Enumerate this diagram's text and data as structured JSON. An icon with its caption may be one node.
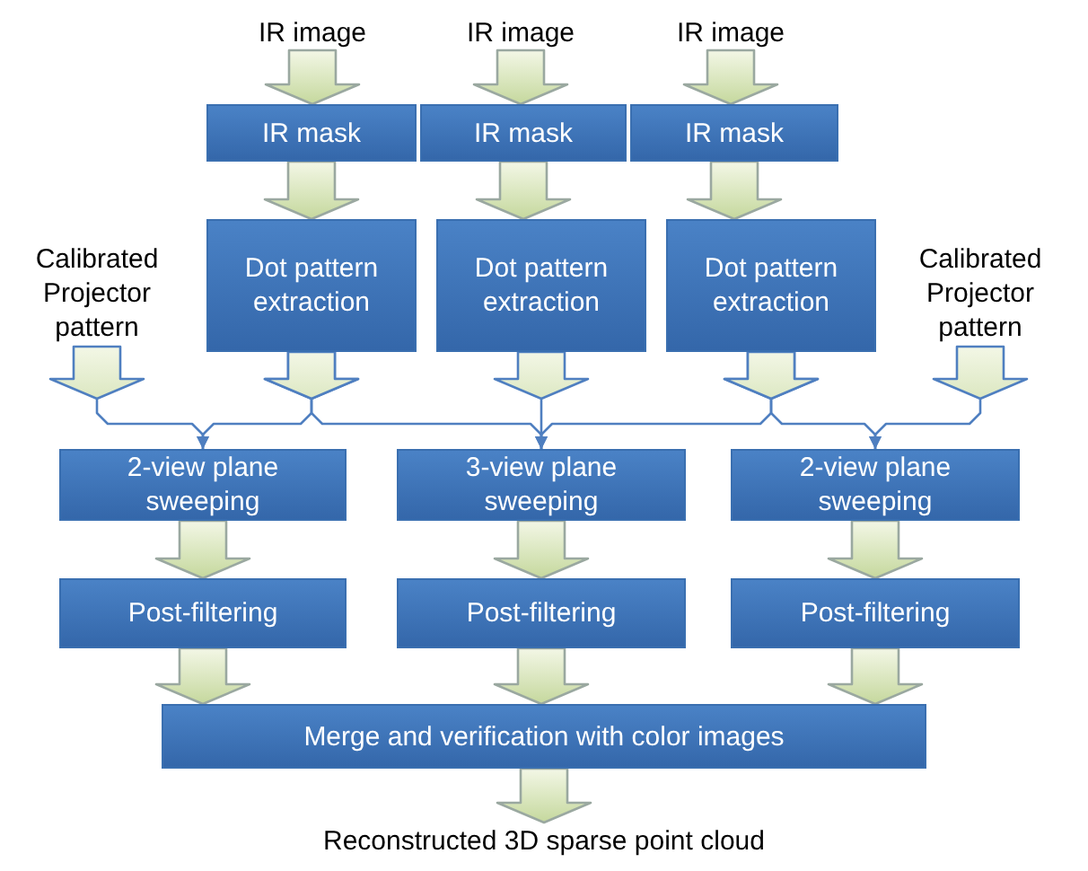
{
  "diagram": {
    "nodes": [
      {
        "text": [
          "IR image"
        ]
      },
      {
        "text": [
          "IR image"
        ]
      },
      {
        "text": [
          "IR image"
        ]
      },
      {
        "text": [
          "IR mask"
        ]
      },
      {
        "text": [
          "IR mask"
        ]
      },
      {
        "text": [
          "IR mask"
        ]
      },
      {
        "text": [
          "Calibrated Projector pattern"
        ]
      },
      {
        "text": [
          "Dot pattern extraction"
        ]
      },
      {
        "text": [
          "Dot pattern extraction"
        ]
      },
      {
        "text": [
          "Dot pattern extraction"
        ]
      },
      {
        "text": [
          "Calibrated Projector pattern"
        ]
      },
      {
        "text": [
          "2-view plane sweeping"
        ]
      },
      {
        "text": [
          "3-view plane sweeping"
        ]
      },
      {
        "text": [
          "2-view plane sweeping"
        ]
      },
      {
        "text": [
          "Post-filtering"
        ]
      },
      {
        "text": [
          "Post-filtering"
        ]
      },
      {
        "text": [
          "Post-filtering"
        ]
      },
      {
        "text": [
          "Merge and verification with color images"
        ]
      },
      {
        "text": [
          "Reconstructed 3D sparse point cloud"
        ]
      }
    ],
    "edges": [
      {
        "from": 0,
        "to": 3,
        "arrow": "to"
      },
      {
        "from": 1,
        "to": 4,
        "arrow": "to"
      },
      {
        "from": 2,
        "to": 5,
        "arrow": "to"
      },
      {
        "from": 3,
        "to": 7,
        "arrow": "to"
      },
      {
        "from": 4,
        "to": 8,
        "arrow": "to"
      },
      {
        "from": 5,
        "to": 9,
        "arrow": "to"
      },
      {
        "from": 6,
        "to": 11,
        "arrow": "to"
      },
      {
        "from": 7,
        "to": 11,
        "arrow": "to"
      },
      {
        "from": 7,
        "to": 12,
        "arrow": "to"
      },
      {
        "from": 8,
        "to": 12,
        "arrow": "to"
      },
      {
        "from": 9,
        "to": 12,
        "arrow": "to"
      },
      {
        "from": 9,
        "to": 13,
        "arrow": "to"
      },
      {
        "from": 10,
        "to": 13,
        "arrow": "to"
      },
      {
        "from": 11,
        "to": 14,
        "arrow": "to"
      },
      {
        "from": 12,
        "to": 15,
        "arrow": "to"
      },
      {
        "from": 13,
        "to": 16,
        "arrow": "to"
      },
      {
        "from": 14,
        "to": 17,
        "arrow": "to"
      },
      {
        "from": 15,
        "to": 17,
        "arrow": "to"
      },
      {
        "from": 16,
        "to": 17,
        "arrow": "to"
      },
      {
        "from": 17,
        "to": 18,
        "arrow": "to"
      }
    ]
  }
}
